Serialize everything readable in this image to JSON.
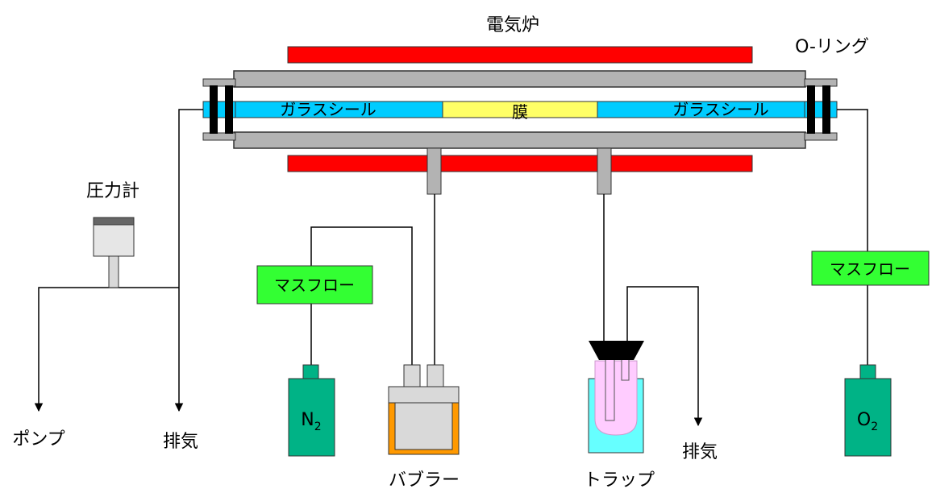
{
  "labels": {
    "furnace": "電気炉",
    "o_ring": "O-リング",
    "glass_seal_left": "ガラスシール",
    "membrane": "膜",
    "glass_seal_right": "ガラスシール",
    "pressure_gauge": "圧力計",
    "mass_flow_left": "マスフロー",
    "mass_flow_right": "マスフロー",
    "pump": "ポンプ",
    "exhaust_left": "排気",
    "exhaust_right": "排気",
    "n2_main": "N",
    "n2_sub": "2",
    "o2_main": "O",
    "o2_sub": "2",
    "bubbler": "バブラー",
    "trap": "トラップ"
  },
  "colors": {
    "furnace": "#ff0000",
    "glass_seal": "#00ccff",
    "membrane": "#ffff66",
    "tube_gray": "#b3b3b3",
    "mass_flow": "#33ff33",
    "gas_cylinder": "#00b386",
    "bubbler_heater": "#ff9900",
    "trap_bath": "#66ffff",
    "trap_tube": "#ffccff"
  }
}
